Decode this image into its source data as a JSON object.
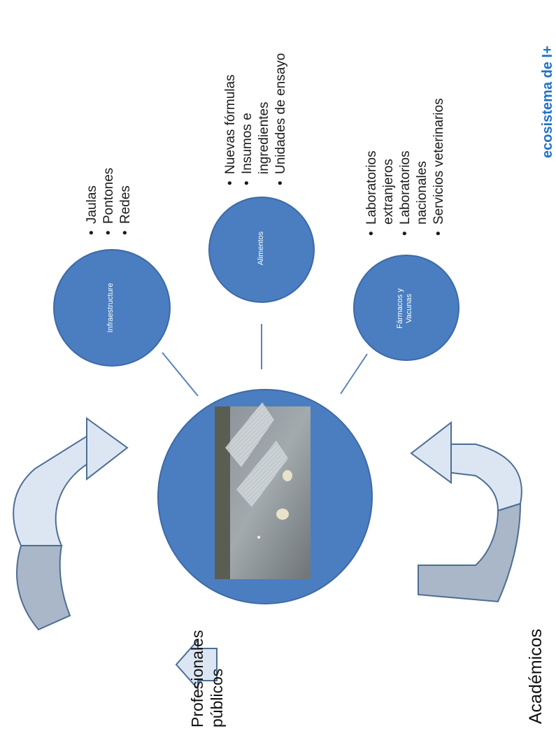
{
  "title": "ecosistema de I+",
  "center": {
    "photo_label": "sea-cages-photo"
  },
  "nodes": [
    {
      "label": "Infraestructure",
      "items": [
        "Jaulas",
        "Pontones",
        "Redes"
      ]
    },
    {
      "label": "Alimentos",
      "items": [
        "Nuevas fórmulas",
        "Insumos e ingredientes",
        "Unidades de ensayo"
      ]
    },
    {
      "label": "Fármacos y Vacunas",
      "items": [
        "Laboratorios extranjeros",
        "Laboratorios nacionales",
        "Servicios veterinarios"
      ]
    }
  ],
  "actors": {
    "profesionales": [
      "Profesionales",
      "públicos"
    ],
    "academicos": "Académicos"
  },
  "colors": {
    "node": "#4a7ec0",
    "node_border": "#3d6aa6",
    "arrow_light": "#dce6f2",
    "arrow_dark": "#a9b7c8",
    "title": "#1f72c6"
  }
}
